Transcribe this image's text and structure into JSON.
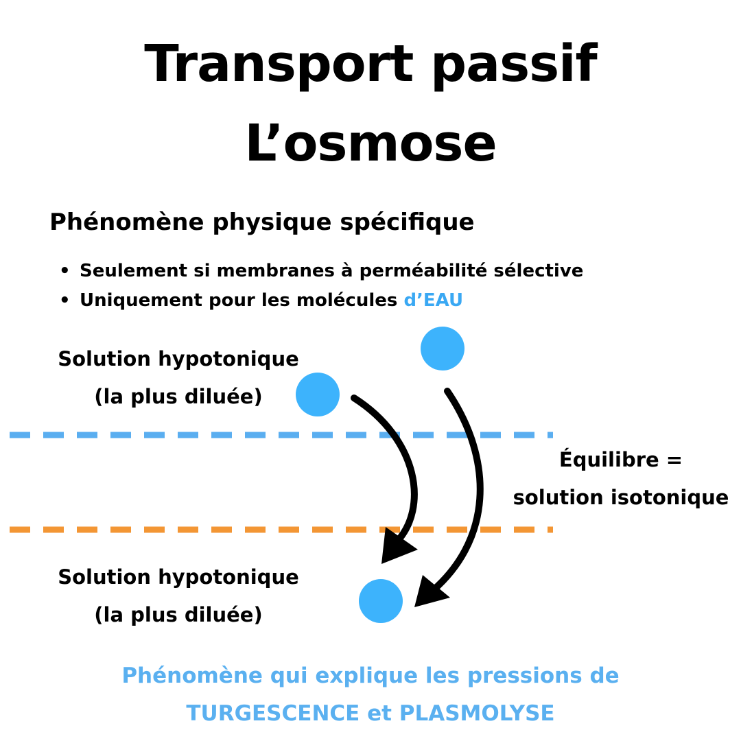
{
  "title": {
    "line1": "Transport passif",
    "line2": "L’osmose"
  },
  "subtitle": "Phénomène physique spécifique",
  "bullets": [
    {
      "text": "Seulement si membranes à perméabilité sélective",
      "highlight": ""
    },
    {
      "text": "Uniquement pour les molécules ",
      "highlight": "d’EAU"
    }
  ],
  "bullet_symbol": "•",
  "labels": {
    "top": {
      "line1": "Solution hypotonique",
      "line2": "(la plus diluée)"
    },
    "bottom": {
      "line1": "Solution hypotonique",
      "line2": "(la plus diluée)"
    },
    "equilibrium": {
      "line1": "Équilibre =",
      "line2": "solution isotonique"
    }
  },
  "footer": {
    "line1": "Phénomène qui explique les pressions de",
    "line2": "TURGESCENCE et PLASMOLYSE"
  },
  "colors": {
    "molecule": "#3db3fc",
    "membrane_top": "#5aaef0",
    "membrane_bottom": "#f39634",
    "accent_text": "#3aa8f3",
    "footer_text": "#5ab0f0",
    "arrow": "#000000"
  },
  "icons": [
    "water-molecule-icon",
    "curved-arrow-icon"
  ]
}
